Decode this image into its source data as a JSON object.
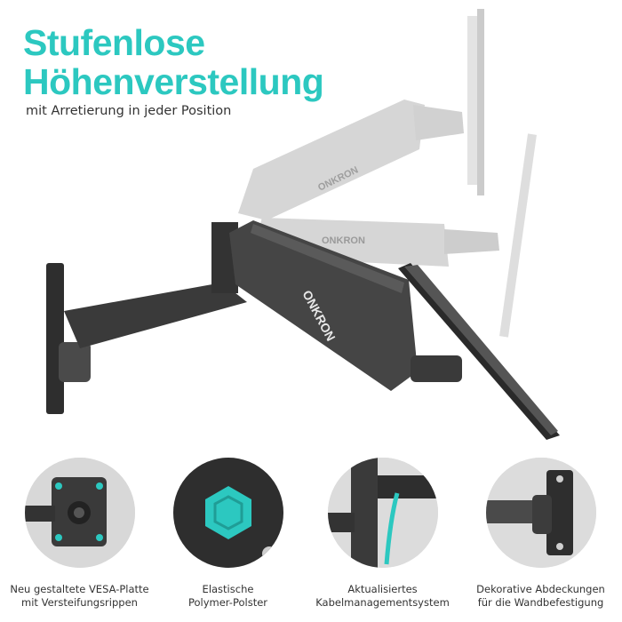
{
  "headline": {
    "line1": "Stufenlose",
    "line2": "Höhenverstellung",
    "subtitle": "mit Arretierung in jeder Position"
  },
  "brand": "ONKRON",
  "colors": {
    "accent": "#2cc8c0",
    "arm": "#3c3c3c",
    "ghost": "#d2d2d2",
    "text": "#333333"
  },
  "features": [
    {
      "icon": "vesa-plate-icon",
      "line1": "Neu gestaltete VESA-Platte",
      "line2": "mit Versteifungsrippen"
    },
    {
      "icon": "polymer-pad-icon",
      "line1": "Elastische",
      "line2": "Polymer-Polster"
    },
    {
      "icon": "cable-management-icon",
      "line1": "Aktualisiertes",
      "line2": "Kabelmanagementsystem"
    },
    {
      "icon": "wall-cover-icon",
      "line1": "Dekorative Abdeckungen",
      "line2": "für die Wandbefestigung"
    }
  ]
}
